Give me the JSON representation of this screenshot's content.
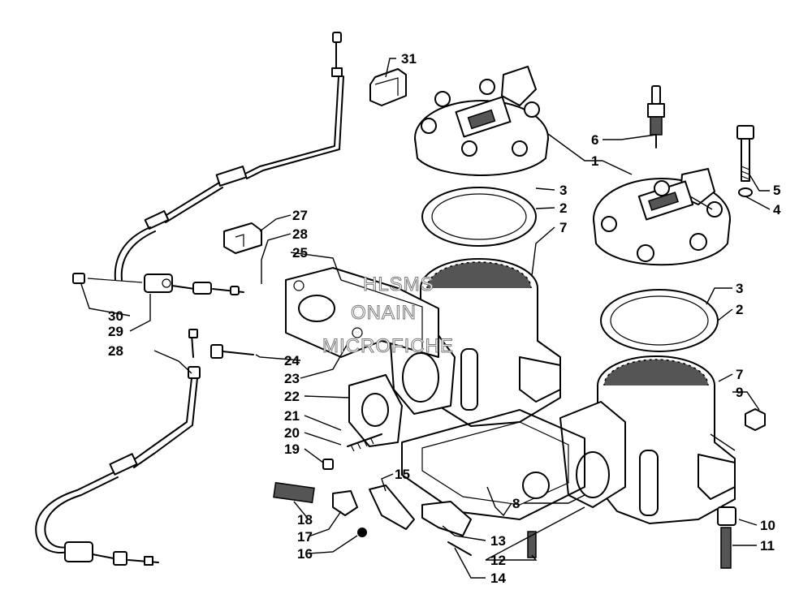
{
  "watermark": {
    "lines": [
      "HLSMS",
      "ONAIN",
      "MICROFICHE"
    ]
  },
  "callouts": [
    {
      "id": "c31",
      "number": "31"
    },
    {
      "id": "c6",
      "number": "6"
    },
    {
      "id": "c1",
      "number": "1"
    },
    {
      "id": "c5",
      "number": "5"
    },
    {
      "id": "c4",
      "number": "4"
    },
    {
      "id": "c3a",
      "number": "3"
    },
    {
      "id": "c2a",
      "number": "2"
    },
    {
      "id": "c7a",
      "number": "7"
    },
    {
      "id": "c27",
      "number": "27"
    },
    {
      "id": "c28a",
      "number": "28"
    },
    {
      "id": "c25",
      "number": "25"
    },
    {
      "id": "c3b",
      "number": "3"
    },
    {
      "id": "c2b",
      "number": "2"
    },
    {
      "id": "c30",
      "number": "30"
    },
    {
      "id": "c29",
      "number": "29"
    },
    {
      "id": "c28b",
      "number": "28"
    },
    {
      "id": "c24",
      "number": "24"
    },
    {
      "id": "c23",
      "number": "23"
    },
    {
      "id": "c7b",
      "number": "7"
    },
    {
      "id": "c9",
      "number": "9"
    },
    {
      "id": "c22",
      "number": "22"
    },
    {
      "id": "c21",
      "number": "21"
    },
    {
      "id": "c20",
      "number": "20"
    },
    {
      "id": "c19",
      "number": "19"
    },
    {
      "id": "c15",
      "number": "15"
    },
    {
      "id": "c8",
      "number": "8"
    },
    {
      "id": "c18",
      "number": "18"
    },
    {
      "id": "c17",
      "number": "17"
    },
    {
      "id": "c16",
      "number": "16"
    },
    {
      "id": "c13",
      "number": "13"
    },
    {
      "id": "c12",
      "number": "12"
    },
    {
      "id": "c14",
      "number": "14"
    },
    {
      "id": "c10",
      "number": "10"
    },
    {
      "id": "c11",
      "number": "11"
    }
  ]
}
